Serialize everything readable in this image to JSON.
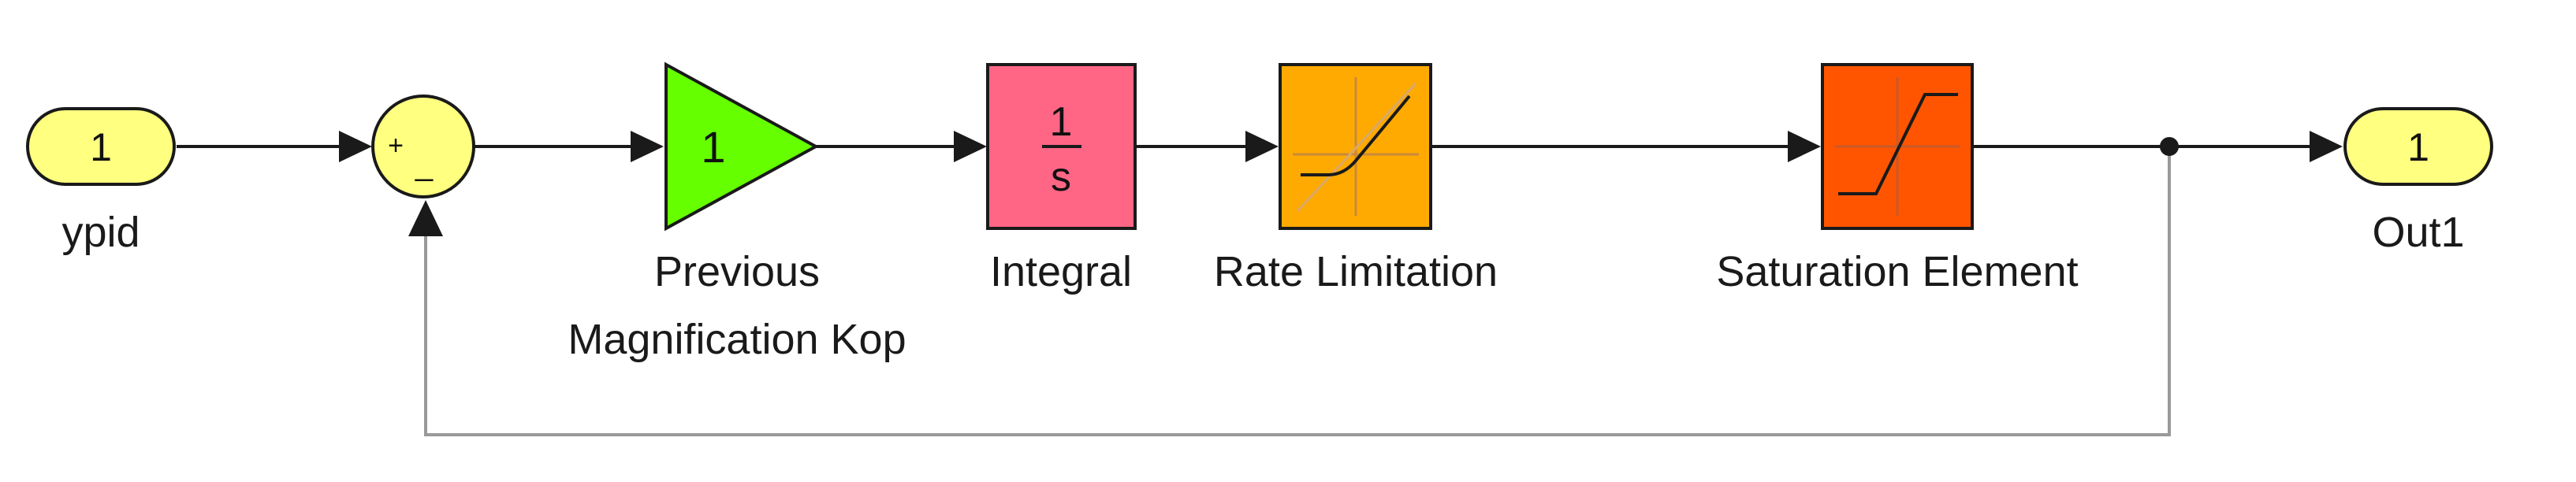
{
  "diagram": {
    "inport": {
      "number": "1",
      "name": "ypid"
    },
    "sum": {
      "plus": "+",
      "minus": "_"
    },
    "gain": {
      "value": "1",
      "name_line1": "Previous",
      "name_line2": "Magnification Kop"
    },
    "integrator": {
      "numerator": "1",
      "denominator": "s",
      "name": "Integral"
    },
    "rate_limiter": {
      "name": "Rate Limitation"
    },
    "saturation": {
      "name": "Saturation Element"
    },
    "outport": {
      "number": "1",
      "name": "Out1"
    }
  },
  "colors": {
    "port_fill": "#ffff80",
    "sum_fill": "#ffff80",
    "gain_fill": "#66ff00",
    "integrator_fill": "#ff6685",
    "rate_fill": "#ffaa00",
    "saturation_fill": "#ff5500",
    "line": "#1a1a1a"
  }
}
